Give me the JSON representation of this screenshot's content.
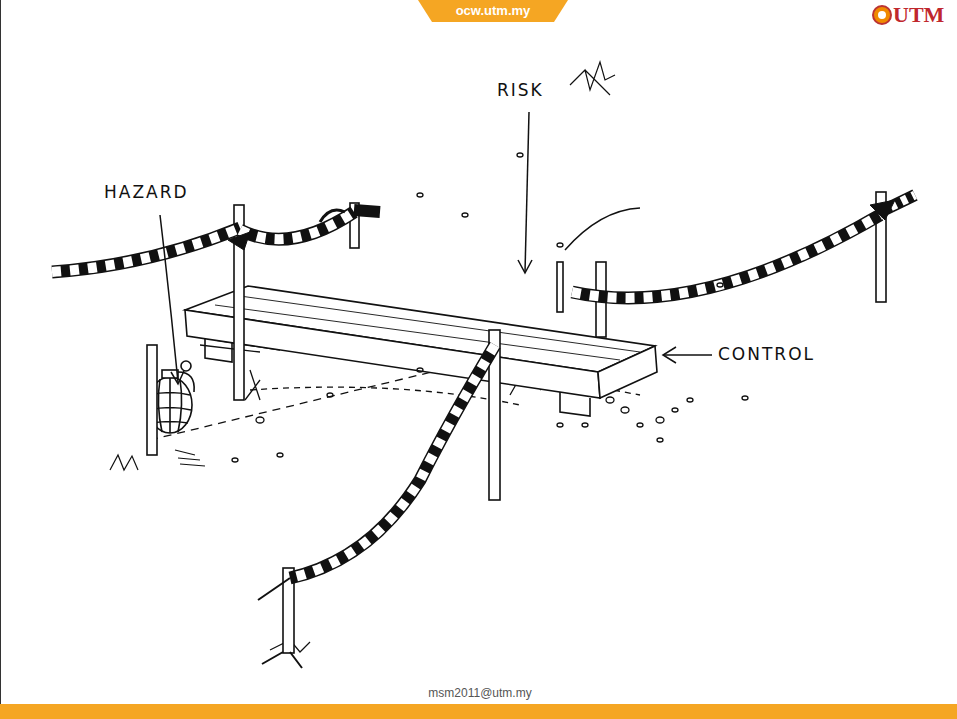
{
  "diagram": {
    "nodes": [
      {
        "text": [
          "ocw.utm.my"
        ]
      }
    ],
    "labels": [
      "UTM",
      "HAZARD",
      "RISK",
      "CONTROL",
      "msm2011@utm.my"
    ]
  }
}
